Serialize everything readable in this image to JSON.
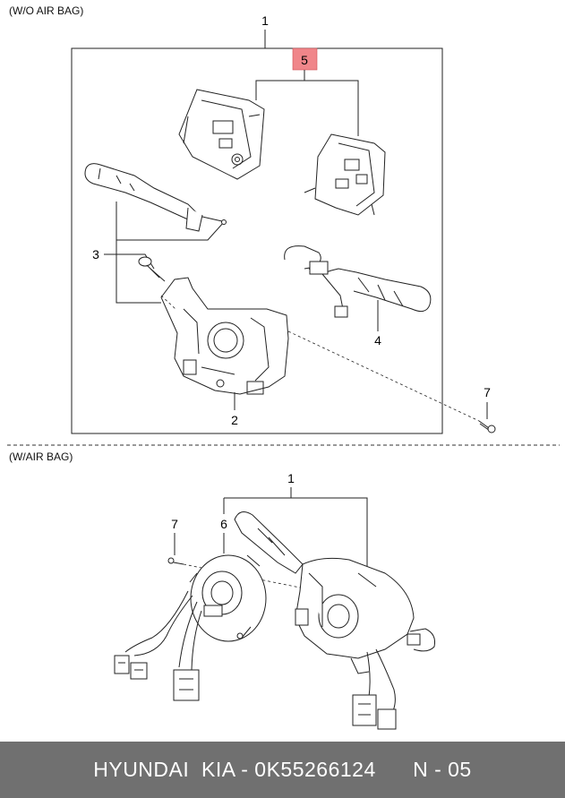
{
  "sections": {
    "top_label": "(W/O AIR BAG)",
    "bottom_label": "(W/AIR BAG)"
  },
  "callouts": {
    "c1_top": "1",
    "c5": "5",
    "c3": "3",
    "c4": "4",
    "c7_top": "7",
    "c2": "2",
    "c1_bottom": "1",
    "c7_bottom": "7",
    "c6": "6"
  },
  "highlight_color": "#f0868a",
  "footer": {
    "text": "HYUNDAI  KIA - 0K55266124      N - 05",
    "background": "#707070"
  }
}
